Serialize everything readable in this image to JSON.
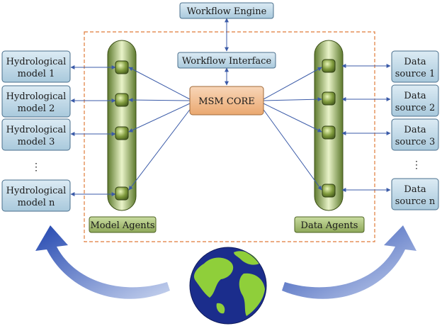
{
  "workflow_engine": "Workflow Engine",
  "workflow_interface": "Workflow Interface",
  "core": "MSM CORE",
  "model_agents_label": "Model Agents",
  "data_agents_label": "Data Agents",
  "models": [
    {
      "line1": "Hydrological",
      "line2": "model 1"
    },
    {
      "line1": "Hydrological",
      "line2": "model 2"
    },
    {
      "line1": "Hydrological",
      "line2": "model 3"
    },
    {
      "line1": "Hydrological",
      "line2": "model n"
    }
  ],
  "sources": [
    {
      "line1": "Data",
      "line2": "source 1"
    },
    {
      "line1": "Data",
      "line2": "source 2"
    },
    {
      "line1": "Data",
      "line2": "source 3"
    },
    {
      "line1": "Data",
      "line2": "source n"
    }
  ],
  "ellipsis": "⋮",
  "colors": {
    "box_blue": "#c3dcea",
    "box_border": "#4a6f8c",
    "core_fill": "#f3c39d",
    "agent_green": "#8aa35a",
    "arrow": "#3b5ba8",
    "dashed": "#e07b39",
    "globe_ocean": "#1b2d8c",
    "globe_land": "#8fcf3a"
  }
}
